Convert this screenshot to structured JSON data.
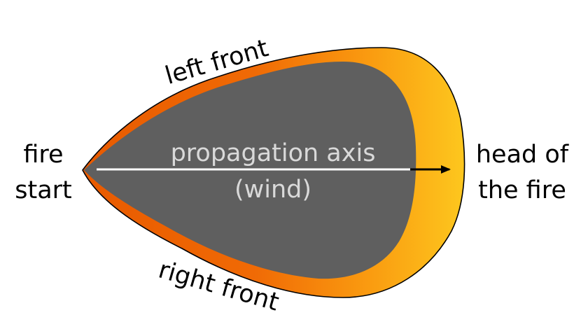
{
  "diagram": {
    "labels": {
      "left_front": "left front",
      "right_front": "right front",
      "fire_start_line1": "fire",
      "fire_start_line2": "start",
      "head_line1": "head of",
      "head_line2": "the fire",
      "axis_line1": "propagation axis",
      "axis_line2": "(wind)"
    },
    "colors": {
      "burned_area": "#5f5f5f",
      "fire_front_outer": "#fdc71e",
      "fire_front_inner": "#f06a05",
      "axis_line": "#ffffff",
      "arrow_head": "#000000",
      "text": "#000000",
      "inner_text": "#d9d9d9"
    }
  }
}
